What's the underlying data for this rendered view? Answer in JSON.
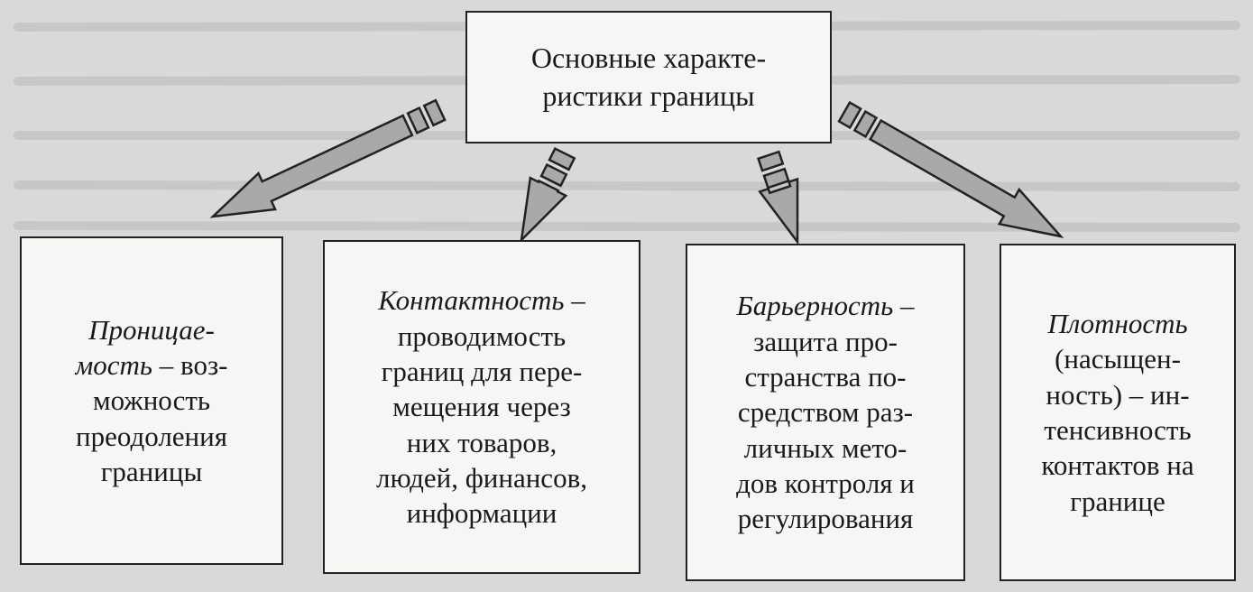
{
  "colors": {
    "background": "#d9d9d9",
    "box_fill": "#f6f6f4",
    "border": "#222222",
    "arrow_fill": "#a9a9a9",
    "text": "#1a1a1a"
  },
  "center": {
    "lines": [
      "Основные характе-",
      "ристики границы"
    ]
  },
  "boxes": [
    {
      "term": "Проницае-",
      "term_cont": "мость",
      "tail": " – воз-",
      "lines": [
        "можность",
        "преодоления",
        "границы"
      ]
    },
    {
      "term": "Контактность",
      "tail": " –",
      "lines": [
        "проводимость",
        "границ для пере-",
        "мещения через",
        "них товаров,",
        "людей, финансов,",
        "информации"
      ]
    },
    {
      "term": "Барьерность",
      "tail": " –",
      "lines": [
        "защита про-",
        "странства по-",
        "средством раз-",
        "личных мето-",
        "дов контроля и",
        "регулирования"
      ]
    },
    {
      "term": "Плотность",
      "lines": [
        "(насыщен-",
        "ность) – ин-",
        "тенсивность",
        "контактов на",
        "границе"
      ]
    }
  ]
}
